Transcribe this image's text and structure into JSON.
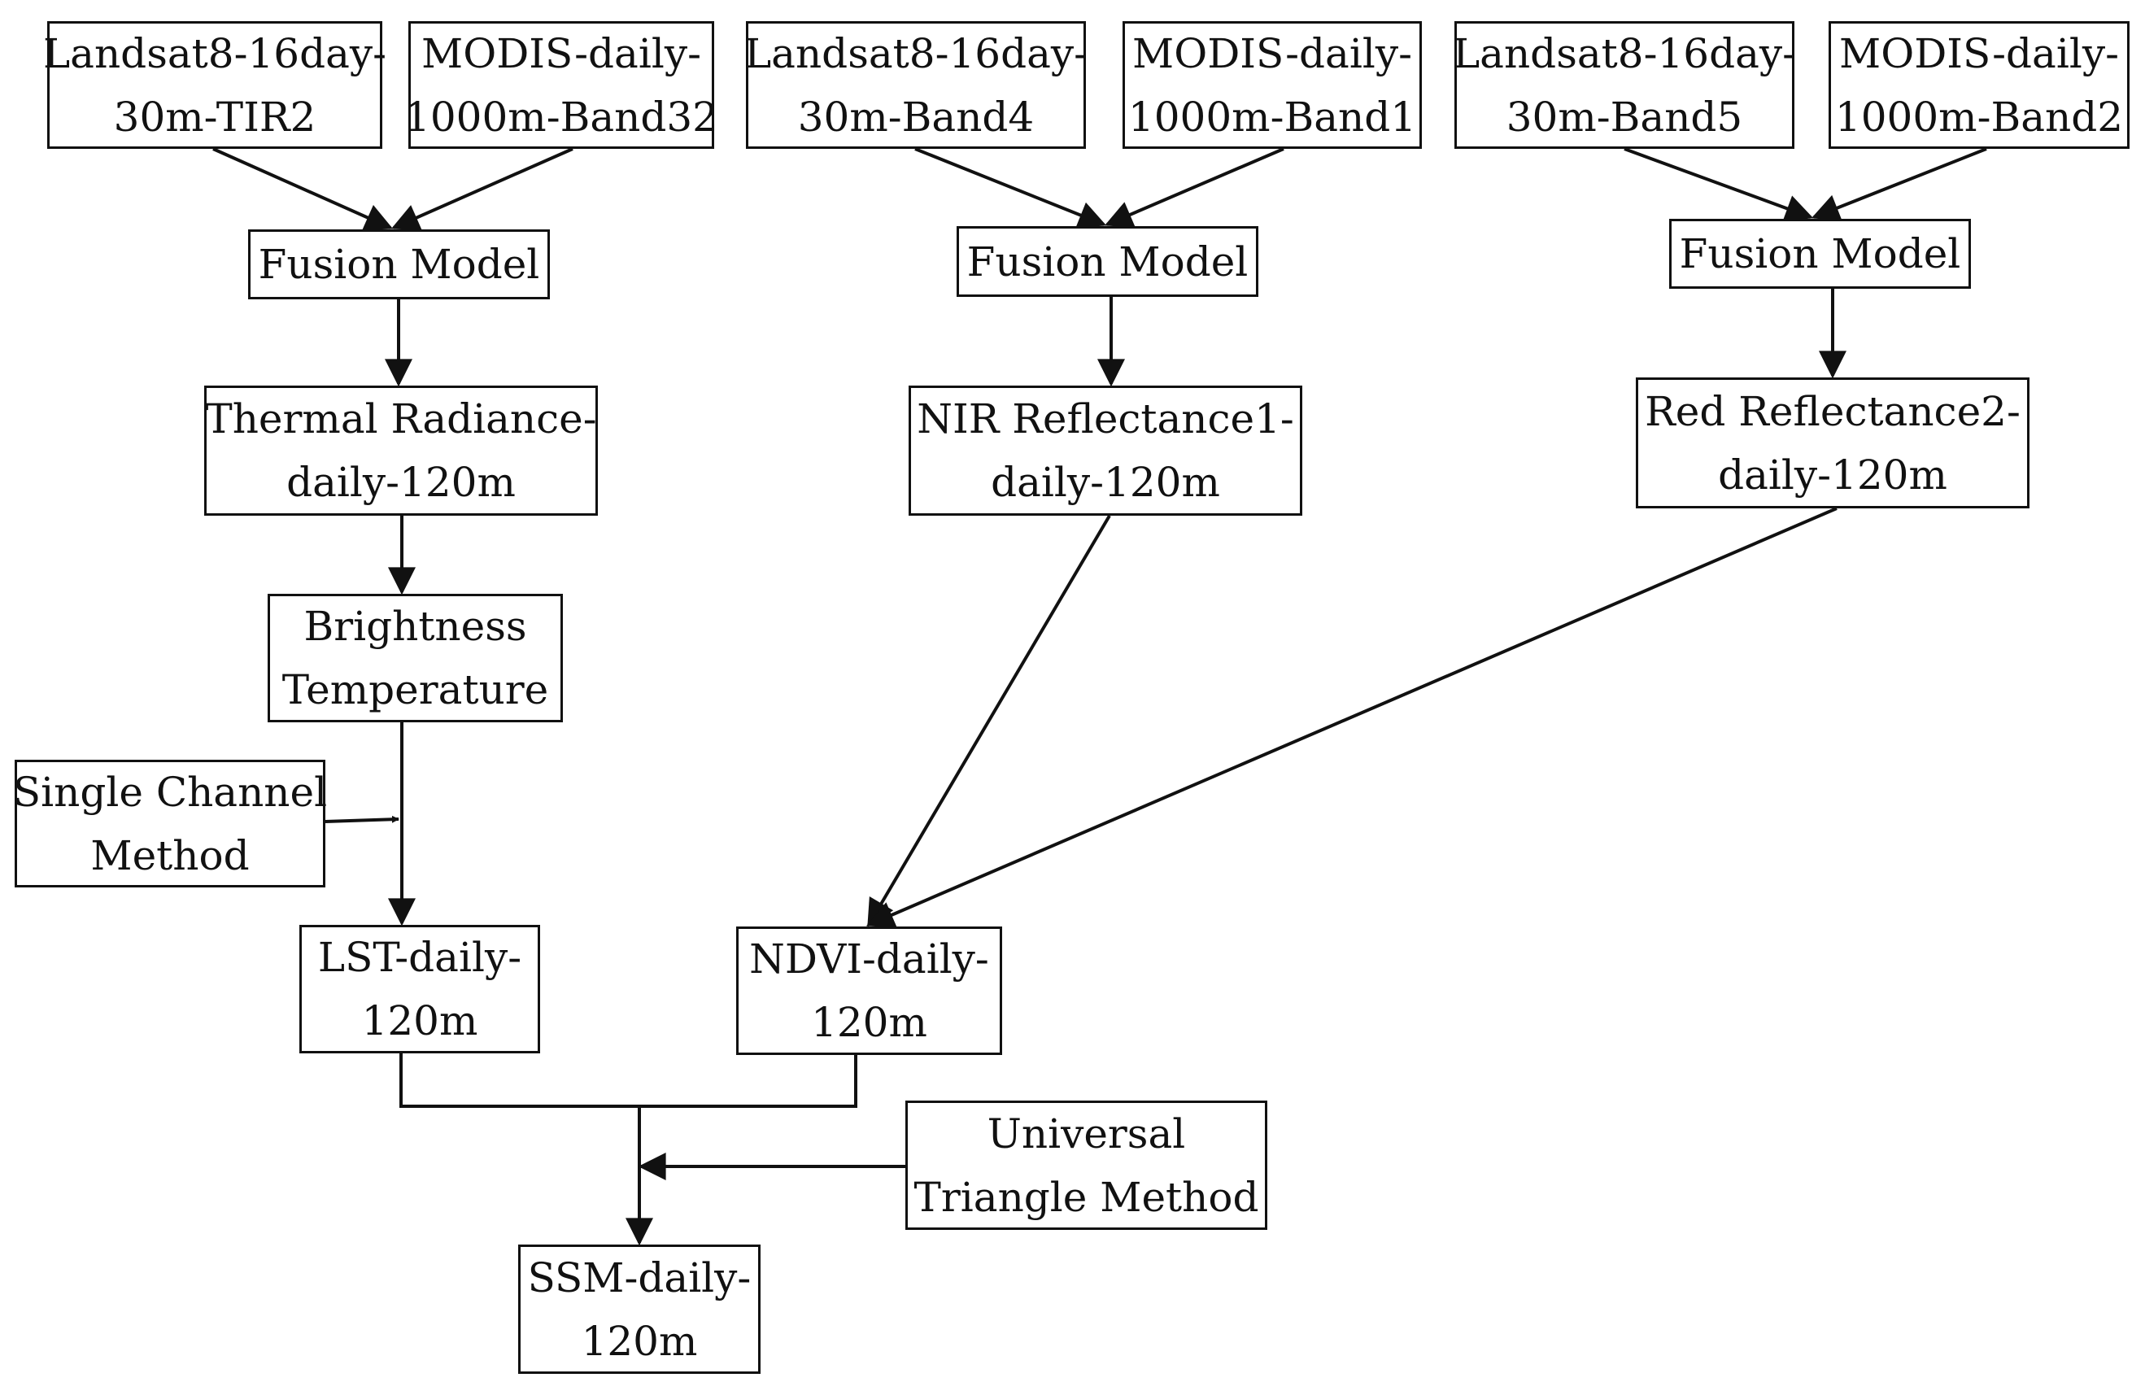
{
  "nodes": {
    "landsat_tir2": [
      "Landsat8-16day-",
      "30m-TIR2"
    ],
    "modis_band32": [
      "MODIS-daily-",
      "1000m-Band32"
    ],
    "landsat_band4": [
      "Landsat8-16day-",
      "30m-Band4"
    ],
    "modis_band1": [
      "MODIS-daily-",
      "1000m-Band1"
    ],
    "landsat_band5": [
      "Landsat8-16day-",
      "30m-Band5"
    ],
    "modis_band2": [
      "MODIS-daily-",
      "1000m-Band2"
    ],
    "fusion_1": [
      "Fusion Model"
    ],
    "fusion_2": [
      "Fusion Model"
    ],
    "fusion_3": [
      "Fusion Model"
    ],
    "thermal_radiance": [
      "Thermal Radiance-",
      "daily-120m"
    ],
    "nir_reflectance": [
      "NIR Reflectance1-",
      "daily-120m"
    ],
    "red_reflectance": [
      "Red Reflectance2-",
      "daily-120m"
    ],
    "brightness_temp": [
      "Brightness",
      "Temperature"
    ],
    "single_channel": [
      "Single Channel",
      "Method"
    ],
    "lst": [
      "LST-daily-",
      "120m"
    ],
    "ndvi": [
      "NDVI-daily-",
      "120m"
    ],
    "universal_triangle": [
      "Universal",
      "Triangle Method"
    ],
    "ssm": [
      "SSM-daily-",
      "120m"
    ]
  }
}
